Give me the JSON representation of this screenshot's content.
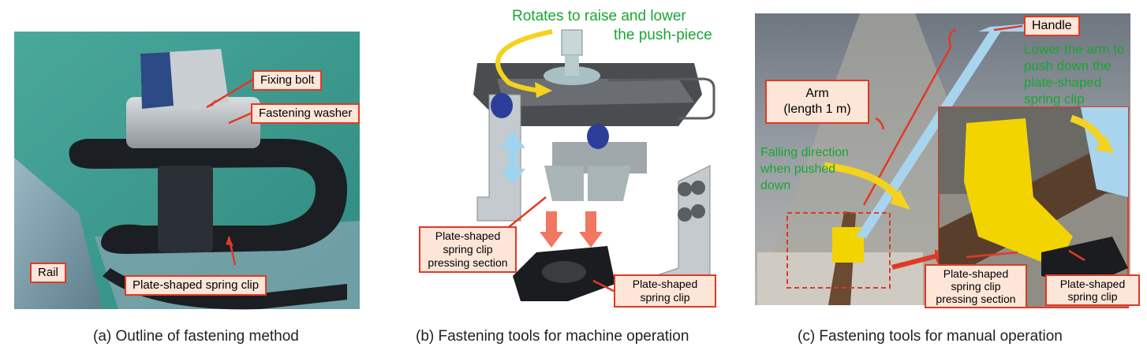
{
  "panel_a": {
    "labels": {
      "fixing_bolt": "Fixing bolt",
      "fastening_washer": "Fastening washer",
      "rail": "Rail",
      "spring_clip": "Plate-shaped spring clip"
    },
    "caption": "(a) Outline of fastening method"
  },
  "panel_b": {
    "rotate_note_line1": "Rotates to raise and lower",
    "rotate_note_line2": "the push-piece",
    "labels": {
      "pressing_section": "Plate-shaped spring clip pressing section",
      "spring_clip": "Plate-shaped spring clip"
    },
    "caption": "(b) Fastening tools for machine operation"
  },
  "panel_c": {
    "labels": {
      "handle": "Handle",
      "arm_line1": "Arm",
      "arm_line2": "(length 1 m)",
      "pressing_section": "Plate-shaped spring clip pressing section",
      "spring_clip": "Plate-shaped spring clip"
    },
    "lower_note": "Lower the arm to push down the plate-shaped spring clip",
    "falling_note": "Falling direction when pushed down",
    "caption": "(c) Fastening tools for manual operation"
  },
  "colors": {
    "label_border": "#e03a24",
    "label_fill": "#fde6d8",
    "note_green": "#1aa632",
    "arrow_yellow": "#f5d21e",
    "arm_blue": "#a8d4ee",
    "tool_yellow": "#f2d400"
  }
}
